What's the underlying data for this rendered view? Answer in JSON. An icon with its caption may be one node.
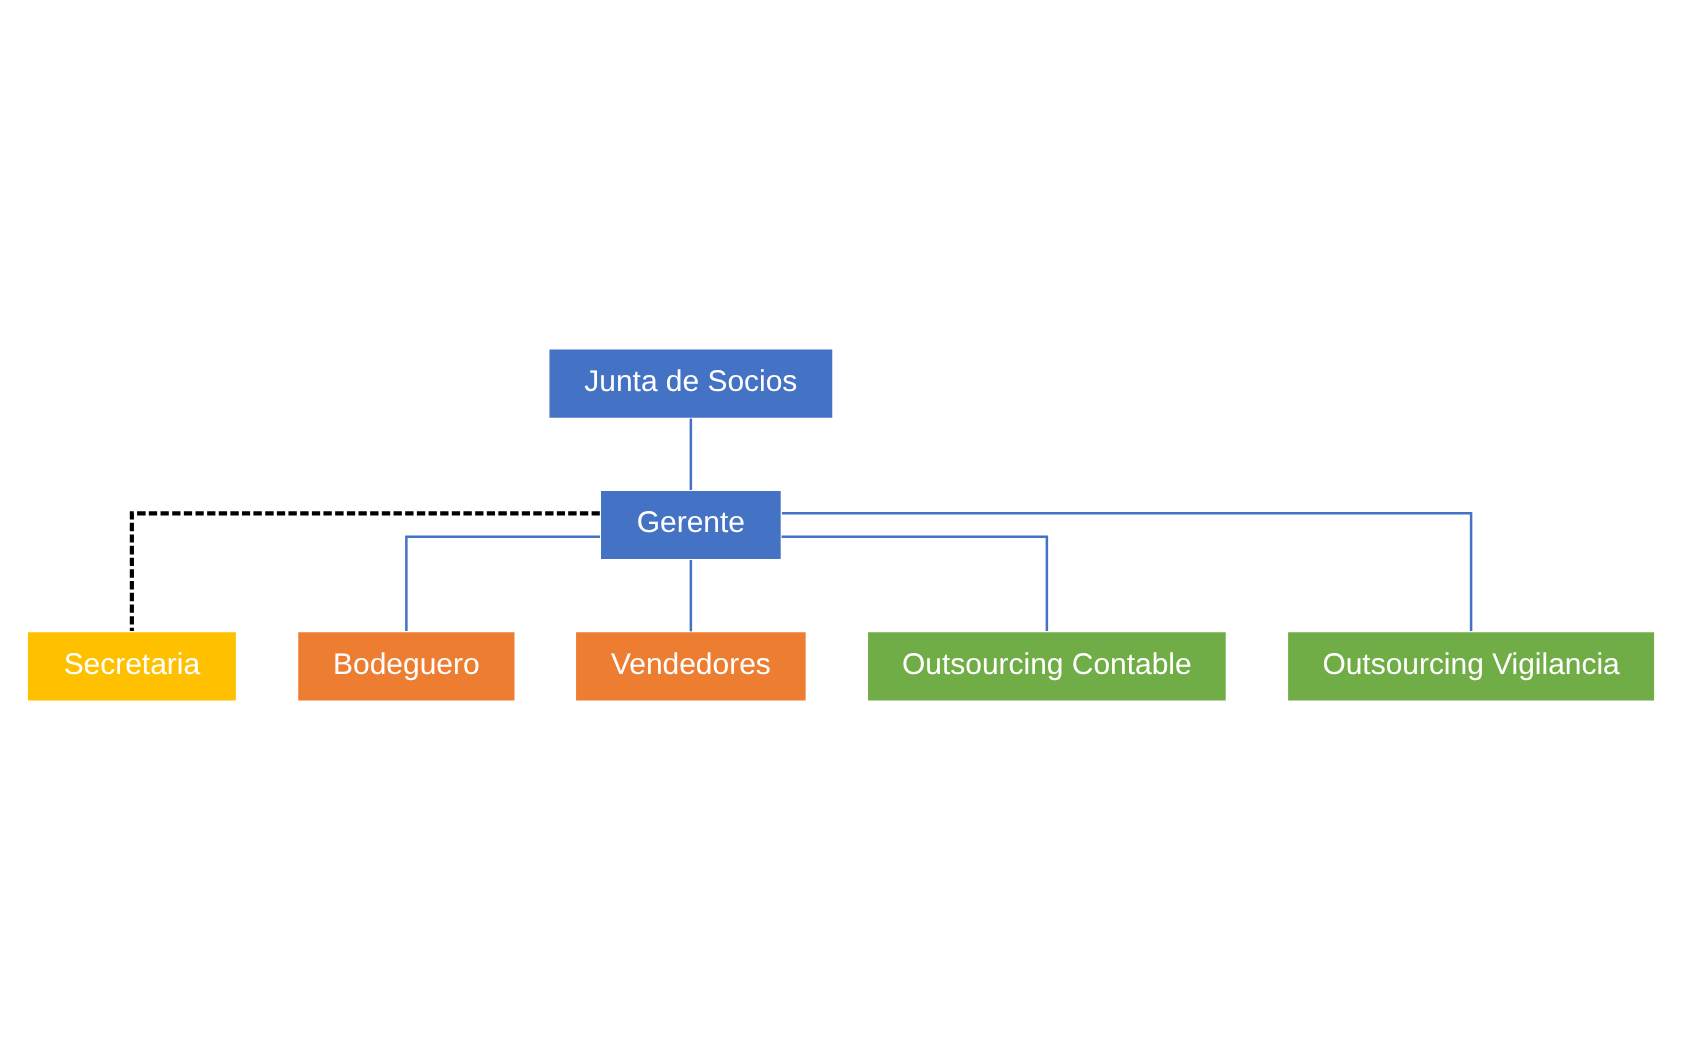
{
  "diagram": {
    "nodes": [
      {
        "text": [
          "Junta de Socios"
        ]
      },
      {
        "text": [
          "Gerente"
        ]
      },
      {
        "text": [
          "Secretaria"
        ]
      },
      {
        "text": [
          "Bodeguero"
        ]
      },
      {
        "text": [
          "Vendedores"
        ]
      },
      {
        "text": [
          "Outsourcing Contable"
        ]
      },
      {
        "text": [
          "Outsourcing Vigilancia"
        ]
      }
    ],
    "edges": [
      {
        "from": 0,
        "to": 1,
        "arrow": "none"
      },
      {
        "from": 1,
        "to": 2,
        "arrow": "none",
        "style": "dashed",
        "color": "#000000"
      },
      {
        "from": 1,
        "to": 3,
        "arrow": "none"
      },
      {
        "from": 1,
        "to": 4,
        "arrow": "none"
      },
      {
        "from": 1,
        "to": 5,
        "arrow": "none"
      },
      {
        "from": 1,
        "to": 6,
        "arrow": "none"
      }
    ]
  }
}
